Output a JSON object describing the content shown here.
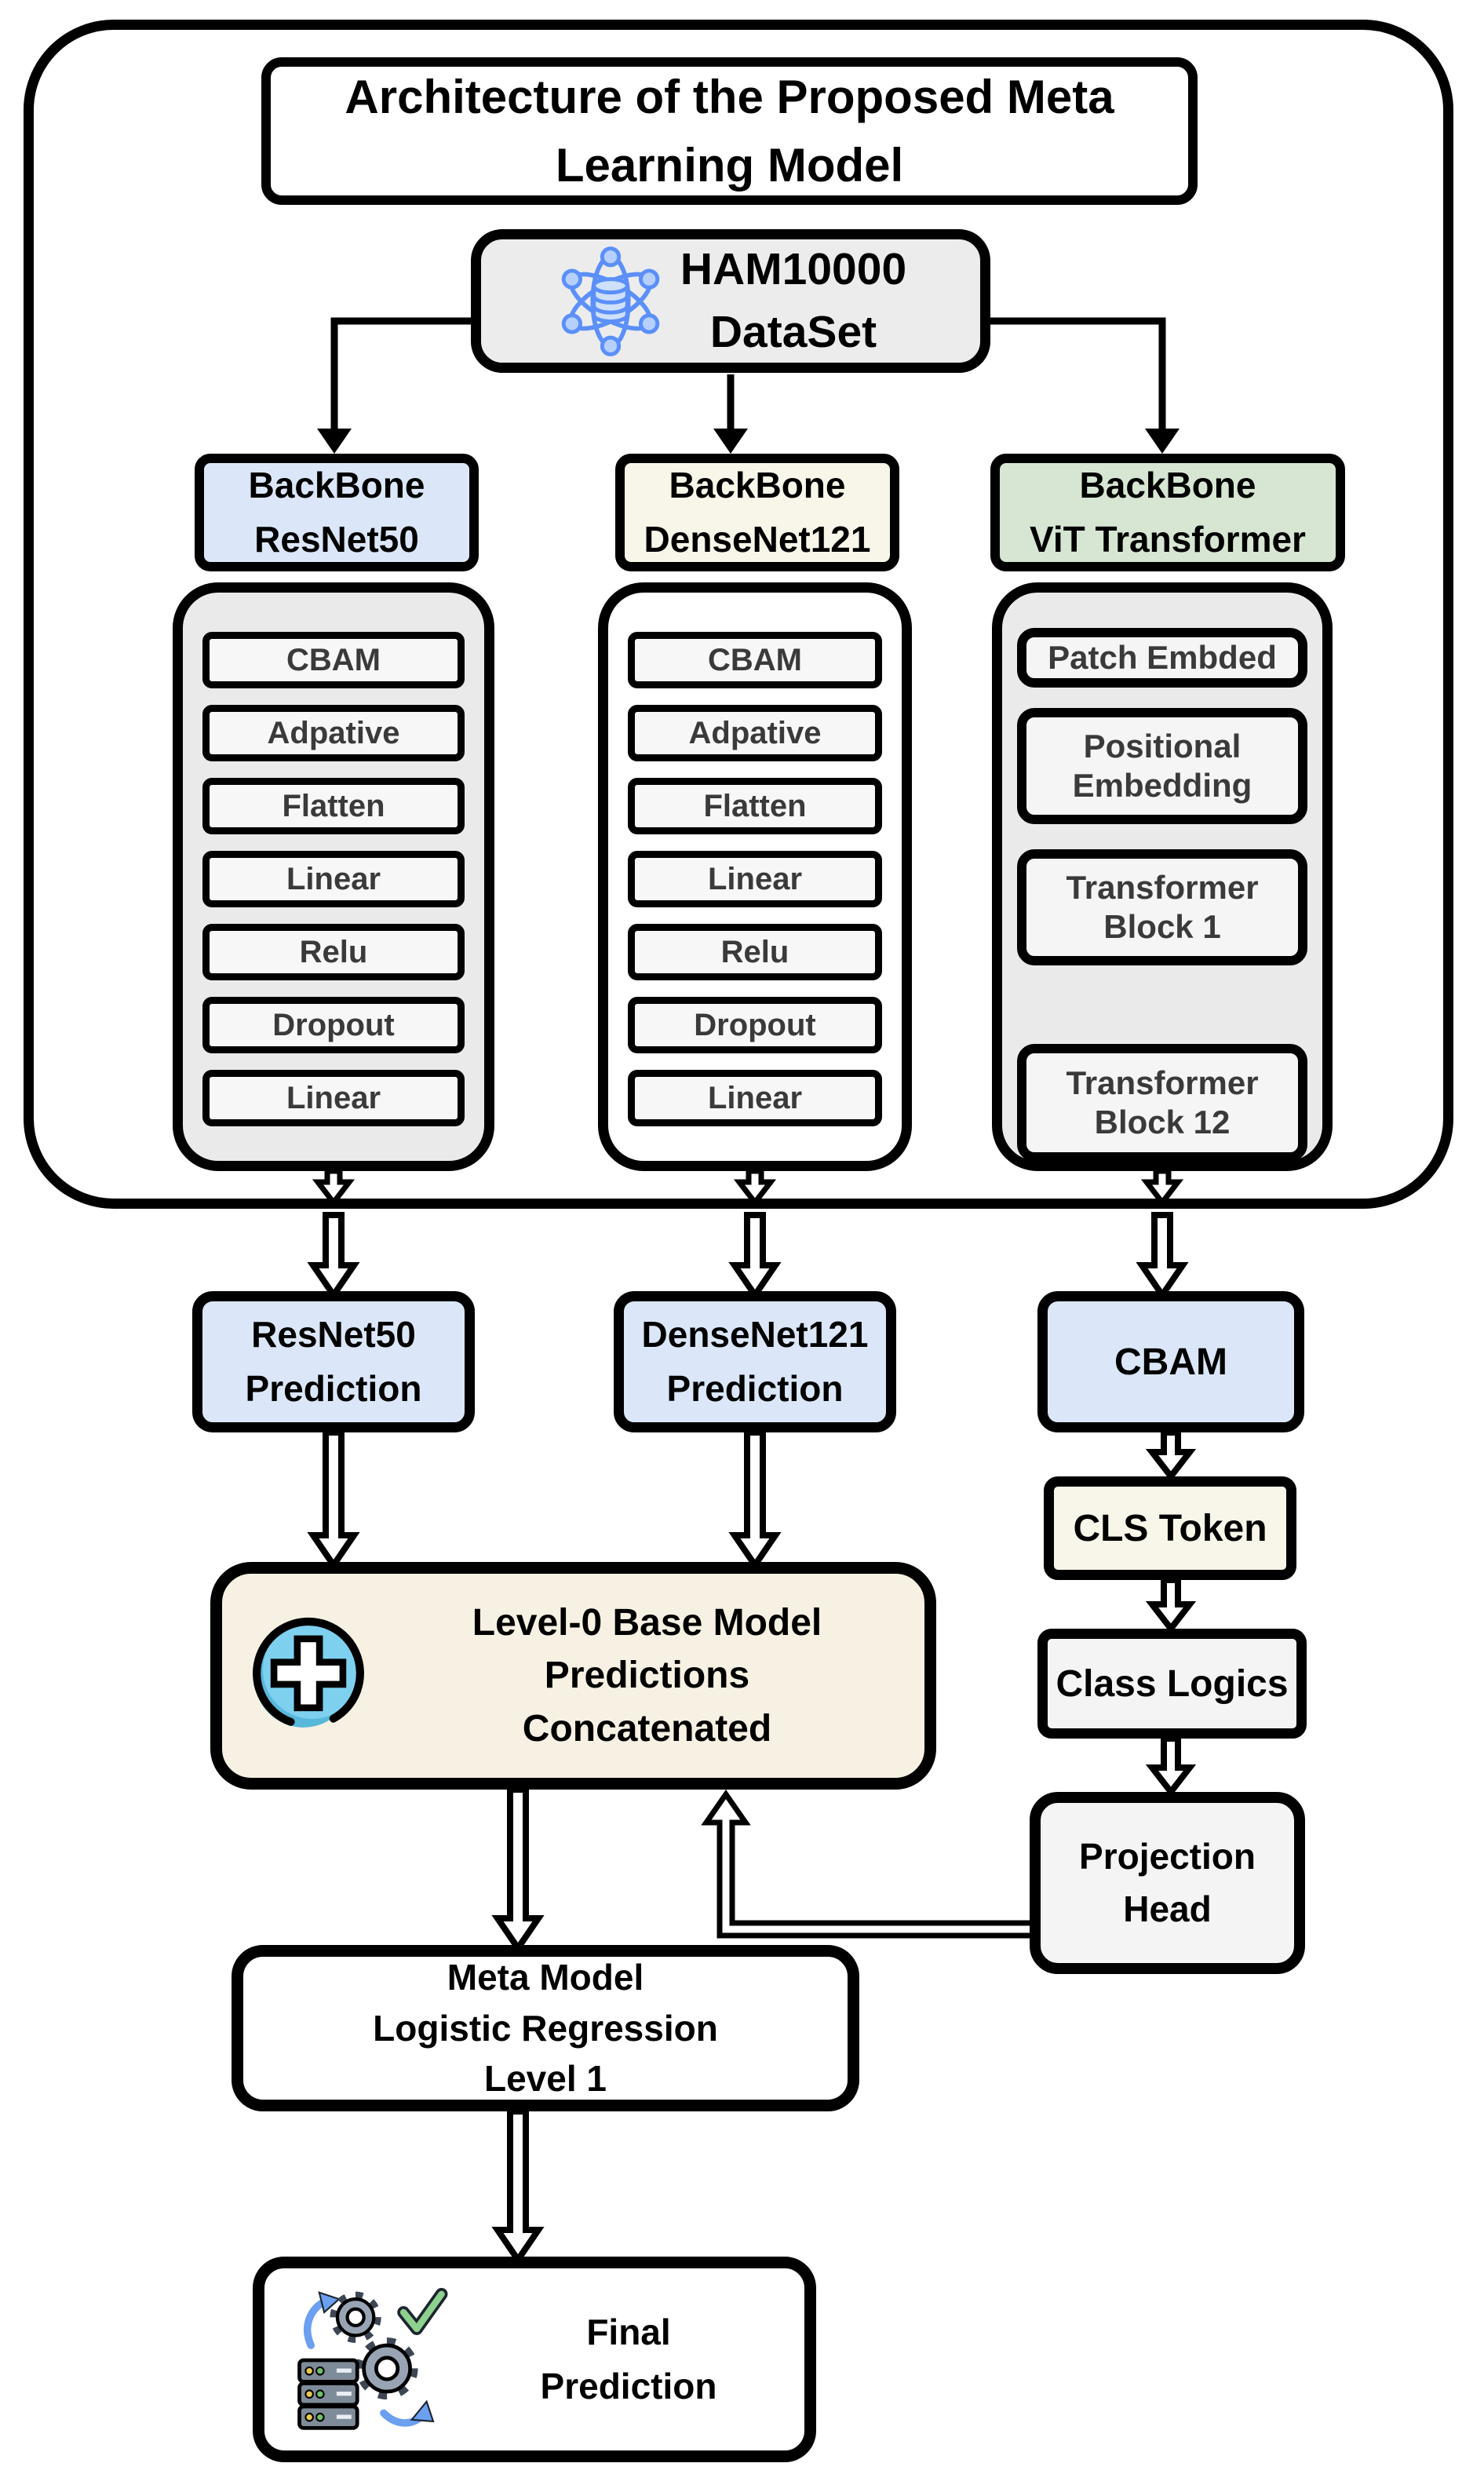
{
  "colors": {
    "light_blue": "#dbe7f8",
    "cream": "#f8f5e9",
    "green": "#d6e6d3",
    "container_gray": "#eaeaea",
    "layer_gray": "#f7f7f7",
    "box_gray": "#f4f4f4",
    "level0_cream": "#f6f1e2",
    "icon_blue": "#5b8ff9",
    "plus_circle_blue": "#7ed0ef",
    "check_green": "#6fc06f"
  },
  "header": {
    "title_line1": "Architecture of the Proposed Meta",
    "title_line2": "Learning Model"
  },
  "dataset": {
    "name_line1": "HAM10000",
    "name_line2": "DataSet",
    "icon": "network-database-icon"
  },
  "backbones": {
    "resnet": {
      "line1": "BackBone",
      "line2": "ResNet50"
    },
    "densenet": {
      "line1": "BackBone",
      "line2": "DenseNet121"
    },
    "vit": {
      "line1": "BackBone",
      "line2": "ViT Transformer"
    }
  },
  "columns": {
    "resnet_layers": [
      "CBAM",
      "Adpative",
      "Flatten",
      "Linear",
      "Relu",
      "Dropout",
      "Linear"
    ],
    "densenet_layers": [
      "CBAM",
      "Adpative",
      "Flatten",
      "Linear",
      "Relu",
      "Dropout",
      "Linear"
    ],
    "vit_layers": {
      "patch": "Patch Embded",
      "positional_line1": "Positional",
      "positional_line2": "Embedding",
      "block1_line1": "Transformer",
      "block1_line2": "Block 1",
      "block12_line1": "Transformer",
      "block12_line2": "Block 12"
    }
  },
  "stage2": {
    "resnet_pred_line1": "ResNet50",
    "resnet_pred_line2": "Prediction",
    "densenet_pred_line1": "DenseNet121",
    "densenet_pred_line2": "Prediction",
    "cbam": "CBAM",
    "cls_token": "CLS Token",
    "class_logics": "Class Logics",
    "projection_line1": "Projection",
    "projection_line2": "Head"
  },
  "stage3": {
    "concat_line1": "Level-0 Base Model",
    "concat_line2": "Predictions",
    "concat_line3": "Concatenated",
    "meta_line1": "Meta Model",
    "meta_line2": "Logistic Regression",
    "meta_line3": "Level 1",
    "final_line1": "Final",
    "final_line2": "Prediction"
  }
}
